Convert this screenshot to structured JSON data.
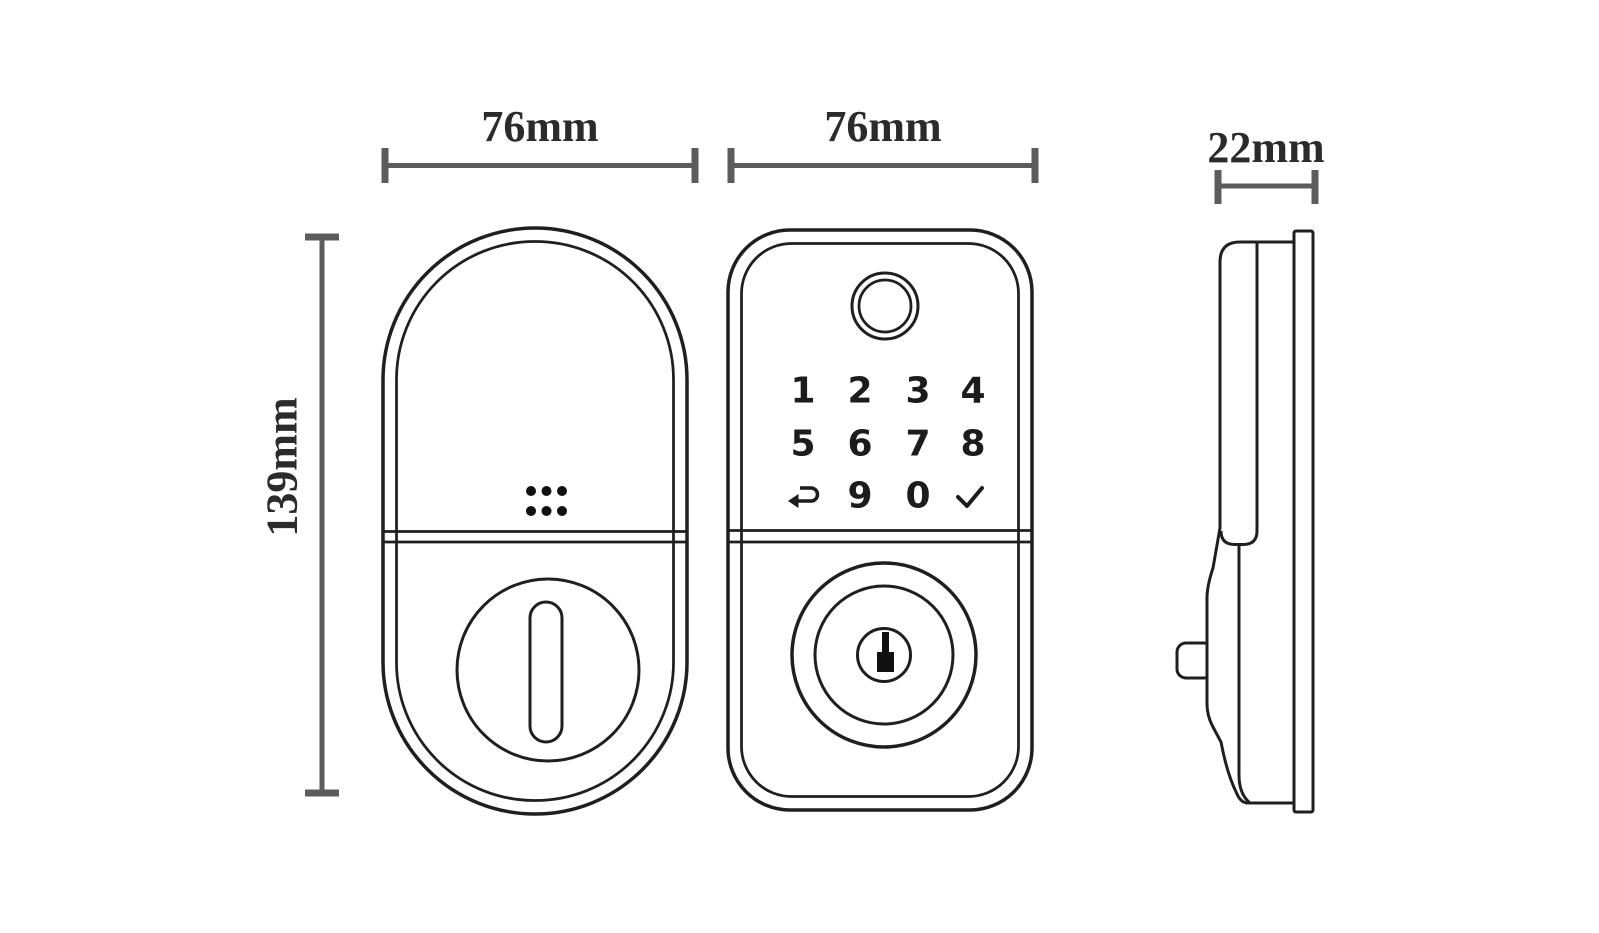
{
  "diagram": {
    "subject": "smart-deadbolt-lock-three-view-dimension-drawing",
    "dimensions": {
      "back_width_label": "76mm",
      "front_width_label": "76mm",
      "depth_label": "22mm",
      "height_label": "139mm"
    },
    "keypad": {
      "rows": [
        [
          "1",
          "2",
          "3",
          "4"
        ],
        [
          "5",
          "6",
          "7",
          "8"
        ],
        [
          "back-arrow-icon",
          "9",
          "0",
          "checkmark-icon"
        ]
      ]
    },
    "icons": {
      "back_key": "back-arrow-icon",
      "confirm_key": "checkmark-icon",
      "speaker": "speaker-dots-icon",
      "fingerprint": "fingerprint-sensor-ring",
      "thumbturn": "thumbturn-slot",
      "keyhole": "key-cylinder"
    },
    "colors": {
      "line": "#1f1f1f",
      "dimension_line": "#5c5c5c",
      "label_text": "#2b2b2b",
      "keypad_text": "#1c1c1c",
      "dot_fill": "#111111",
      "background": "#ffffff"
    }
  }
}
